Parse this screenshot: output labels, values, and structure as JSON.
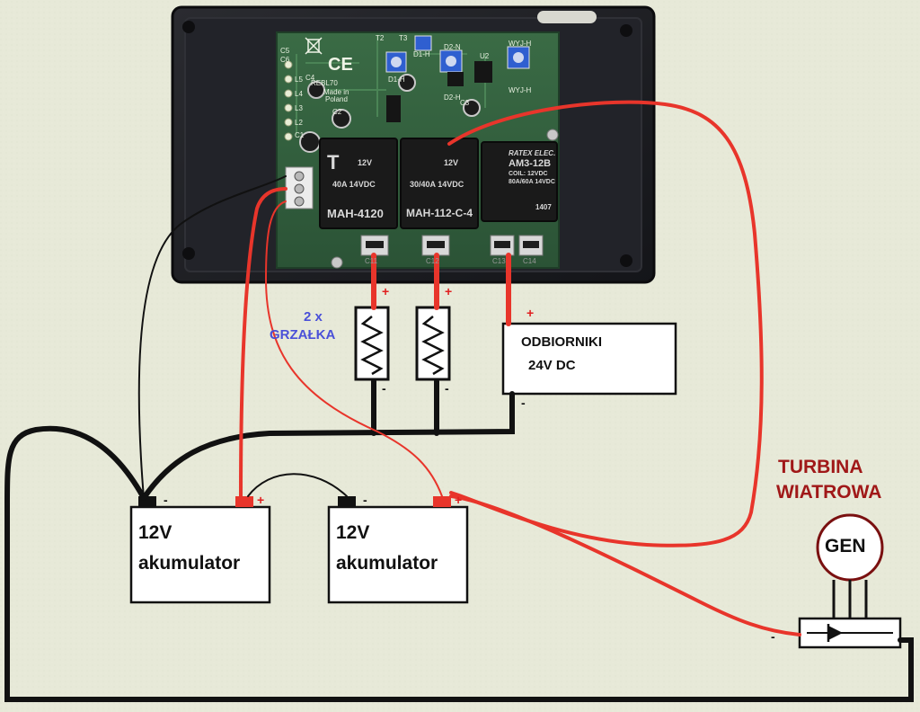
{
  "colors": {
    "background": "#e7e9d8",
    "wire_black": "#111111",
    "wire_red": "#e8352b",
    "case": "#1c1d21",
    "pcb": "#2e5a3a",
    "relay": "#1a1a1a",
    "label_blue": "#4a50d8",
    "label_darkred": "#a01818"
  },
  "labels": {
    "heaters": [
      "2 x",
      "GRZAŁKA"
    ],
    "loads_title": "ODBIORNIKI",
    "loads_voltage": "24V DC",
    "turbine": [
      "TURBINA",
      "WIATROWA"
    ],
    "generator": "GEN",
    "battery_left": {
      "voltage": "12V",
      "name": "akumulator"
    },
    "battery_right": {
      "voltage": "12V",
      "name": "akumulator"
    },
    "plus": "+",
    "minus": "-"
  },
  "board": {
    "silkscreen": [
      "REBL70",
      "Made in",
      "Poland",
      "C5",
      "C6",
      "C4",
      "L5",
      "L4",
      "L3",
      "L2",
      "C1",
      "C2",
      "C3",
      "T2",
      "T3",
      "D1-H",
      "D2-N",
      "U2",
      "WYJ-H",
      "WYJ-H",
      "D1-H",
      "D2-H",
      "C11",
      "C12",
      "C13",
      "C14"
    ],
    "relays": [
      {
        "brand": "T",
        "rating": "40A   14VDC",
        "model": "MAH-4120",
        "coil": "12V"
      },
      {
        "brand": "",
        "rating": "30/40A  14VDC",
        "model": "MAH-112-C-4",
        "coil": "12V"
      },
      {
        "brand": "RATEX ELEC.",
        "rating": "AM3-12B",
        "model": "1407",
        "coil": "COIL: 12VDC",
        "contacts": "80A/60A 14VDC"
      }
    ]
  },
  "icons": [
    "ce-mark-icon",
    "recycle-bin-icon",
    "diode-icon",
    "resistor-heater-icon"
  ]
}
